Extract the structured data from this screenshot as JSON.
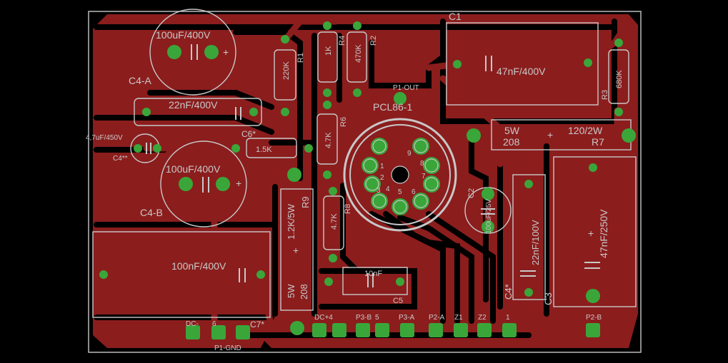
{
  "components": {
    "c4a": {
      "value": "100uF/400V",
      "ref": "C4-A"
    },
    "c4b": {
      "value": "100uF/400V",
      "ref": "C4-B"
    },
    "c4dd": {
      "value": "4,7uF/450V",
      "ref": "C4**"
    },
    "c6": {
      "value": "22nF/400V",
      "ref": "C6*"
    },
    "c7": {
      "value": "100nF/400V",
      "ref": "C7*"
    },
    "c1": {
      "value": "47nF/400V",
      "ref": "C1"
    },
    "c2": {
      "value": "100uF/25V",
      "ref": "C2"
    },
    "c3": {
      "value": "47nF/250V",
      "ref": "C3"
    },
    "c4s": {
      "value": "22nF/100V",
      "ref": "C4*"
    },
    "c5": {
      "value": "10nF",
      "ref": "C5"
    },
    "r1": {
      "value": "220K",
      "ref": "R1"
    },
    "r2": {
      "value": "470K",
      "ref": "R2"
    },
    "r3": {
      "value": "680K",
      "ref": "R3"
    },
    "r4": {
      "value": "1K",
      "ref": "R4"
    },
    "r5": {
      "value": "1.5K",
      "ref": ""
    },
    "r6": {
      "value": "4.7K",
      "ref": "R6"
    },
    "r7": {
      "power": "5W",
      "code": "208",
      "value": "120/2W",
      "ref": "R7"
    },
    "r8": {
      "value": "4.7K",
      "ref": "R8"
    },
    "r9": {
      "value": "1.2K/5W",
      "ref": "R9",
      "power": "5W",
      "code": "208"
    },
    "tube": {
      "ref": "PCL86-1",
      "pins": [
        "1",
        "2",
        "3",
        "4",
        "5",
        "6",
        "7",
        "8",
        "9"
      ]
    }
  },
  "connectors": {
    "p1out": "P1-OUT",
    "p1gnd": "P1-GND",
    "dcminus": "DC-",
    "six": "6",
    "dcplus": "DC+4",
    "p3b": "P3-B",
    "five": "5",
    "p3a": "P3-A",
    "p2a": "P2-A",
    "z1": "Z1",
    "z2": "Z2",
    "one": "1",
    "p2b": "P2-B"
  },
  "polarity": "+",
  "colors": {
    "background": "#000000",
    "copper": "#8b1d1d",
    "pad": "#3aa63a",
    "silkscreen": "#c8c8c8"
  }
}
